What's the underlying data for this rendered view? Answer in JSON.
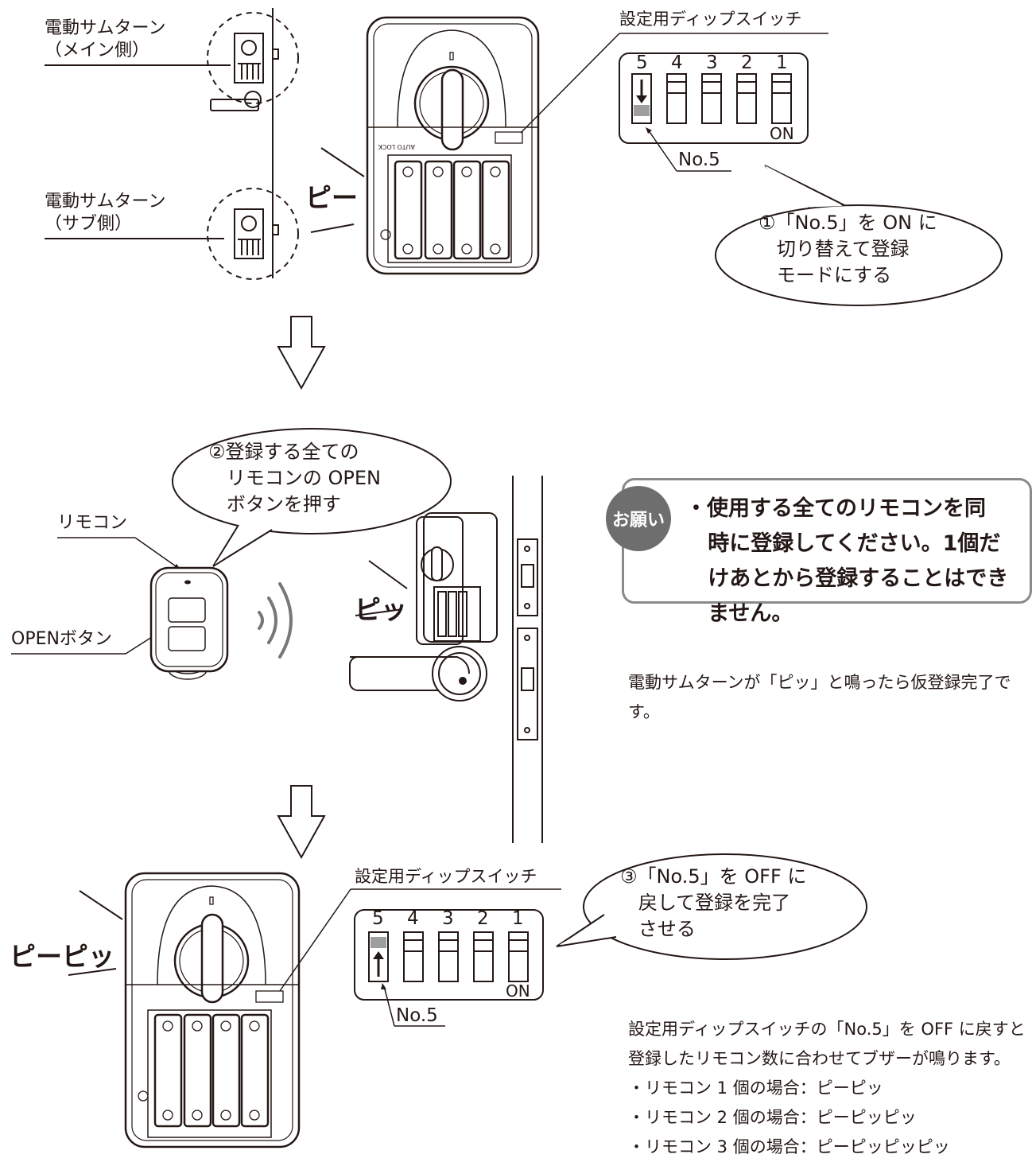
{
  "labels": {
    "thumb_turn_main": "電動サムターン",
    "thumb_turn_main_sub": "（メイン側）",
    "thumb_turn_sub": "電動サムターン",
    "thumb_turn_sub_sub": "（サブ側）",
    "dip_switch_1": "設定用ディップスイッチ",
    "dip_switch_2": "設定用ディップスイッチ",
    "no5_1": "No.5",
    "no5_2": "No.5",
    "remote": "リモコン",
    "open_button": "OPENボタン",
    "dip_on_1": "ON",
    "dip_on_2": "ON"
  },
  "dip_numbers": [
    "5",
    "4",
    "3",
    "2",
    "1"
  ],
  "beeps": {
    "step1": "ピー",
    "step2": "ピッ",
    "step3": "ピーピッ"
  },
  "bubbles": {
    "step1": "①「No.5」を ON に\n   切り替えて登録\n   モードにする",
    "step2": "②登録する全ての\n   リモコンの OPEN\n   ボタンを押す",
    "step3": "③「No.5」を OFF に\n   戻して登録を完了\n   させる"
  },
  "request": {
    "badge": "お願い",
    "text": "・使用する全てのリモコンを同\n   時に登録してください。1個だ\n   けあとから登録することはでき\n   ません。"
  },
  "notes": {
    "step2": "電動サムターンが「ピッ」と鳴ったら仮登録完了です。",
    "step3_intro": "設定用ディップスイッチの「No.5」を OFF に戻すと登録したリモコン数に合わせてブザーが鳴ります。",
    "step3_items": [
      "・リモコン 1 個の場合：ピーピッ",
      "・リモコン 2 個の場合：ピーピッピッ",
      "・リモコン 3 個の場合：ピーピッピッピッ"
    ]
  }
}
